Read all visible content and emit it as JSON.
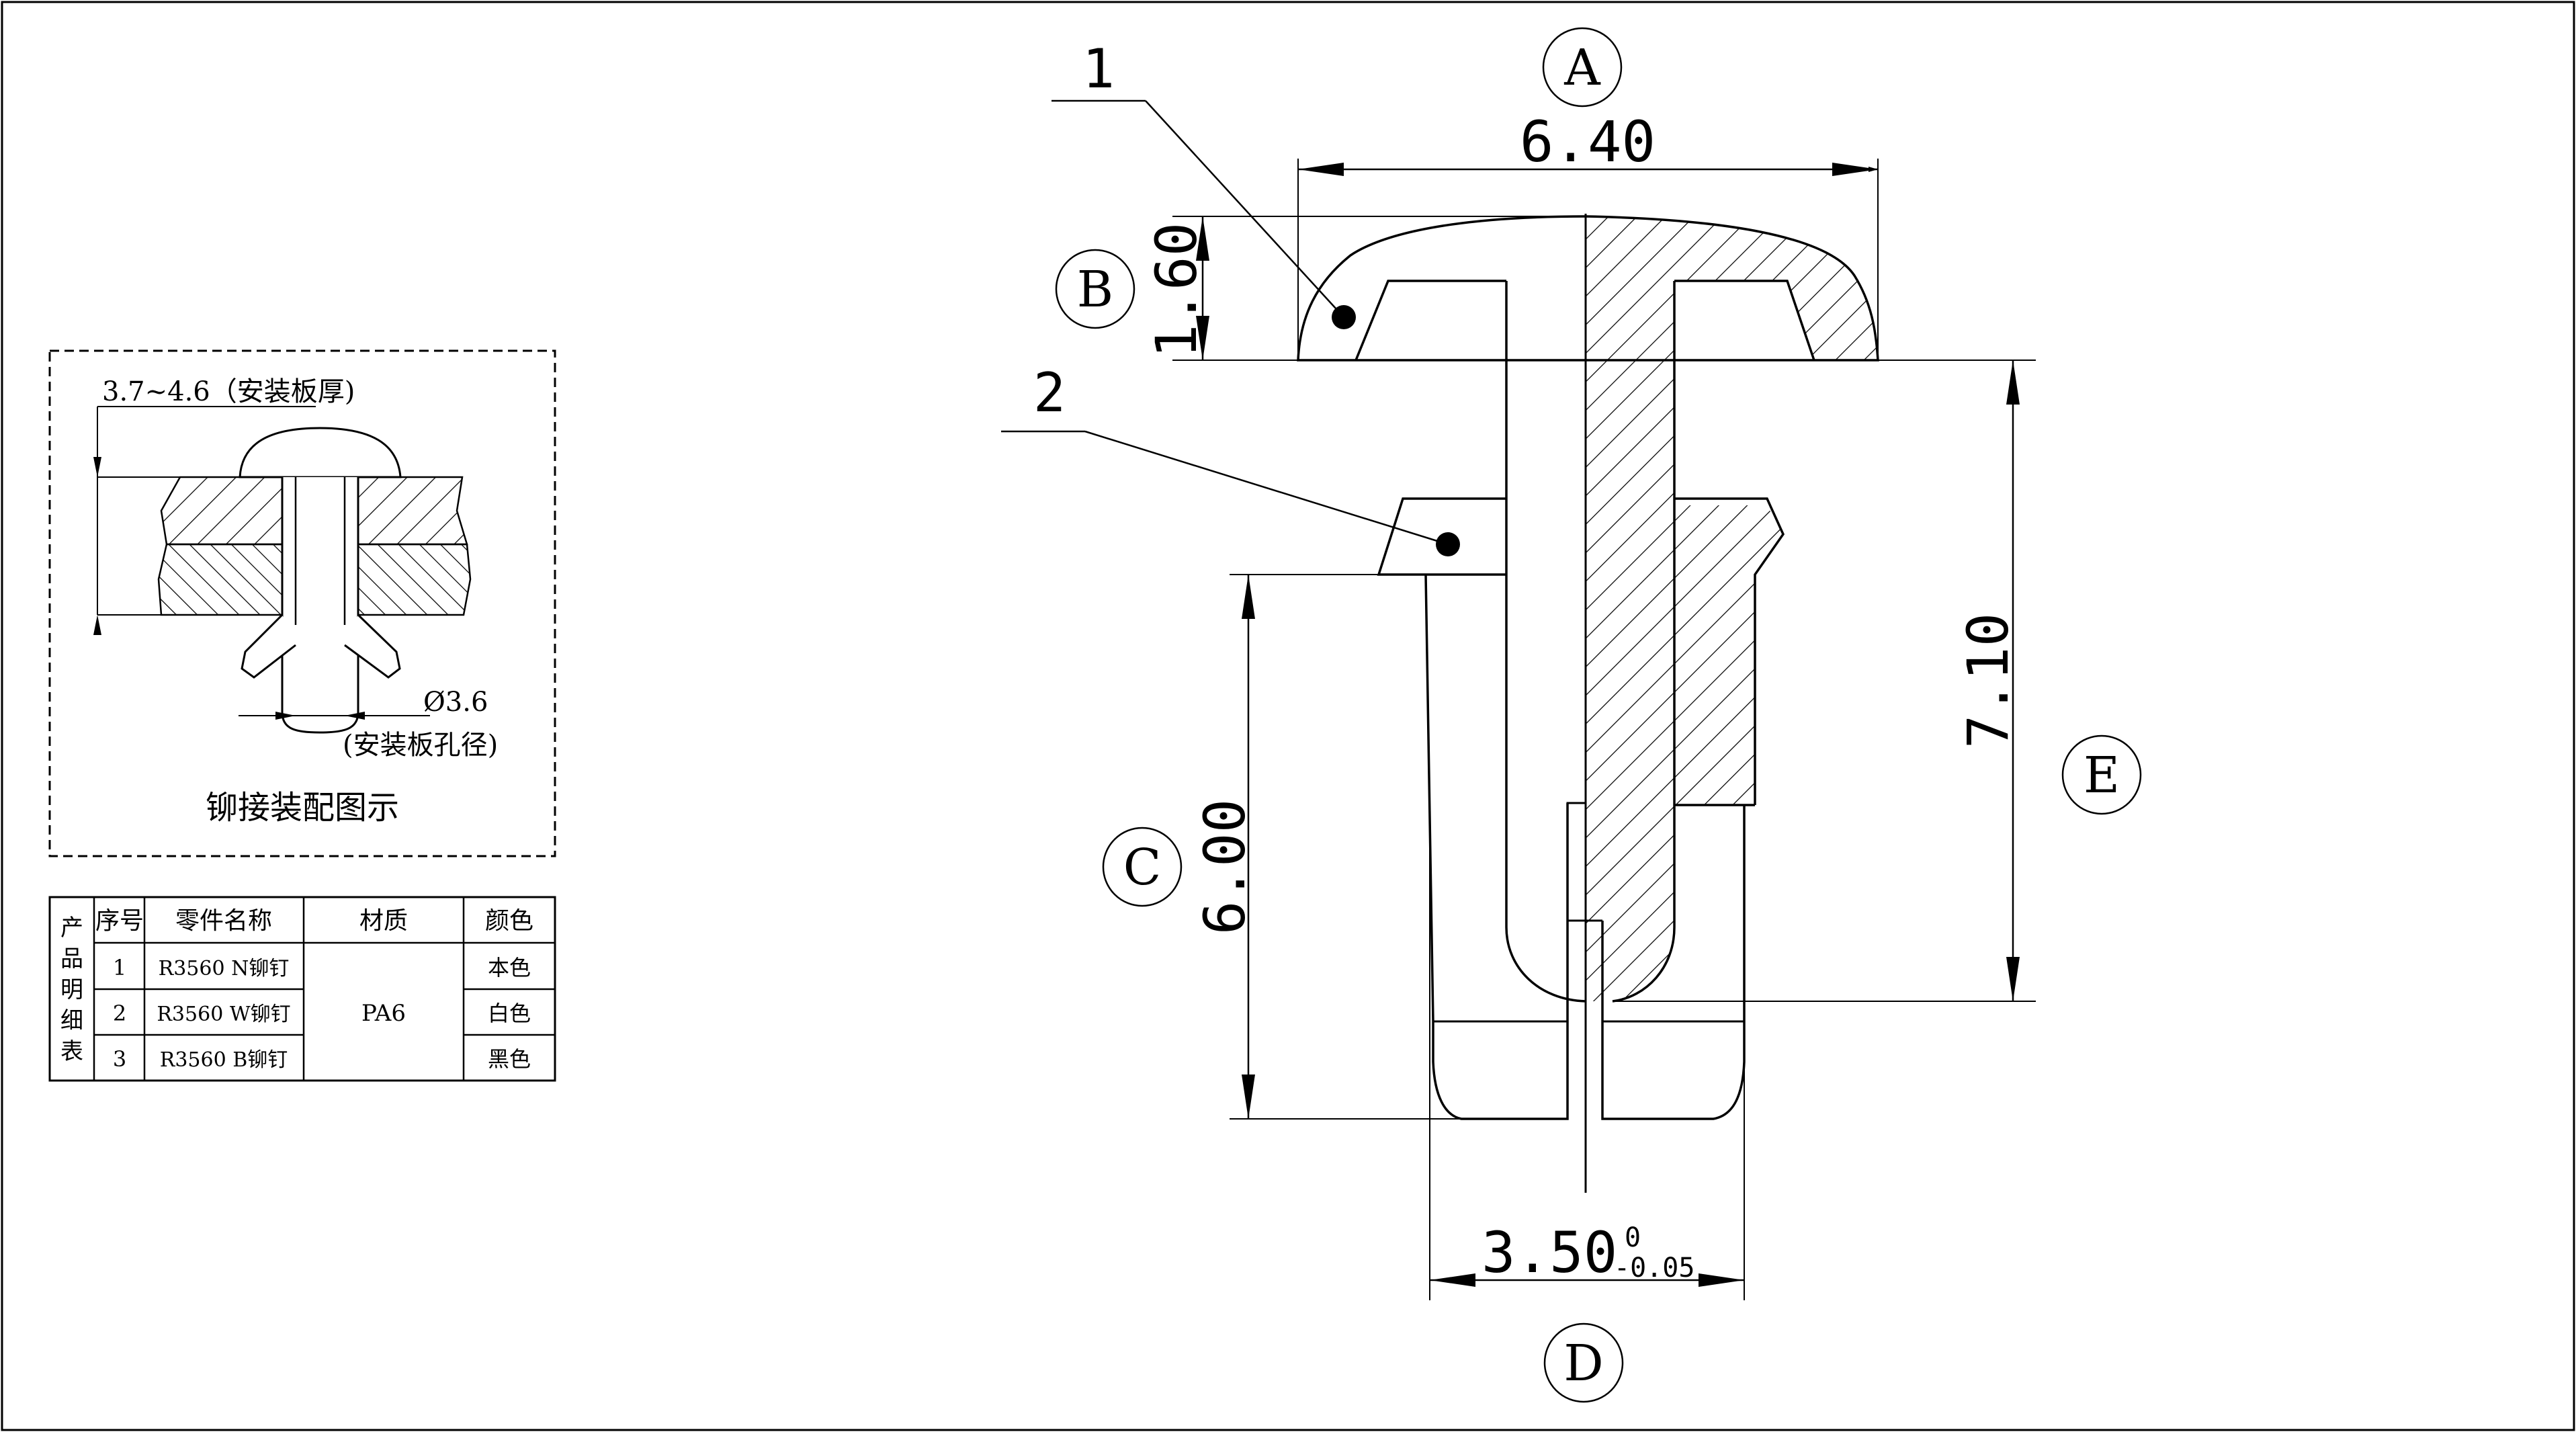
{
  "callouts": {
    "A": "A",
    "B": "B",
    "C": "C",
    "D": "D",
    "E": "E"
  },
  "leaders": {
    "part1": "1",
    "part2": "2"
  },
  "dimensions": {
    "head_width": "6.40",
    "head_height": "1.60",
    "shank_length": "7.10",
    "leg_length": "6.00",
    "leg_diameter": "3.50",
    "tol_upper": "0",
    "tol_lower": "-0.05"
  },
  "assembly_view": {
    "thickness_label": "3.7~4.6（安装板厚)",
    "hole_label": "Ø3.6",
    "hole_note": "(安装板孔径)",
    "caption": "铆接装配图示"
  },
  "parts_table": {
    "side_header": [
      "产",
      "品",
      "明",
      "细",
      "表"
    ],
    "headers": [
      "序号",
      "零件名称",
      "材质",
      "颜色"
    ],
    "rows": [
      {
        "no": "1",
        "name": "R3560 N铆钉",
        "color": "本色"
      },
      {
        "no": "2",
        "name": "R3560 W铆钉",
        "color": "白色"
      },
      {
        "no": "3",
        "name": "R3560 B铆钉",
        "color": "黑色"
      }
    ],
    "material": "PA6"
  }
}
